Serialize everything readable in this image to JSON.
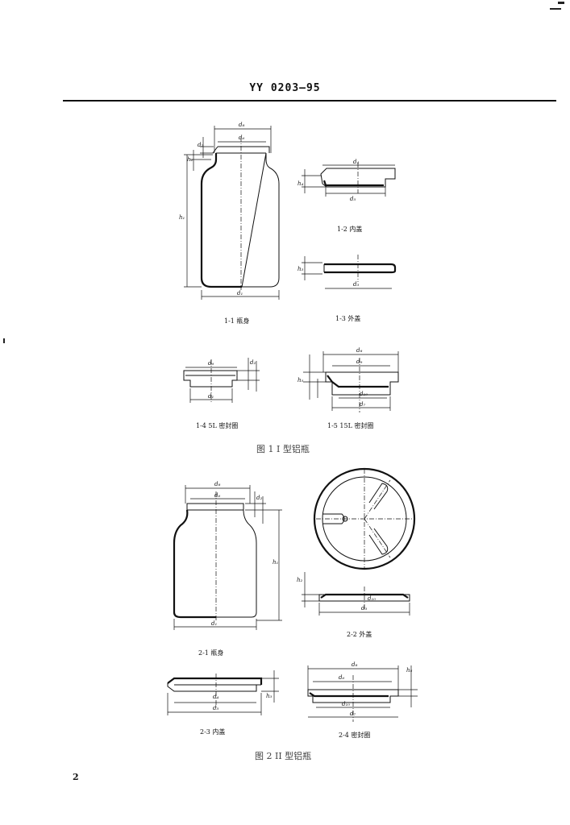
{
  "header": {
    "code": "YY 0203—95"
  },
  "page_number": "2",
  "figure1": {
    "caption": "图 1  I 型铝瓶",
    "views": {
      "v1_1": {
        "caption": "1-1  瓶身",
        "labels": [
          "d₈",
          "d₆",
          "d₂",
          "h₂",
          "h₁",
          "d₁"
        ]
      },
      "v1_2": {
        "caption": "1-2  内盖",
        "labels": [
          "d₄",
          "h₄",
          "d₅"
        ]
      },
      "v1_3": {
        "caption": "1-3  外盖",
        "labels": [
          "h₃",
          "d₃"
        ]
      },
      "v1_4": {
        "caption": "1-4  5L 密封圈",
        "labels": [
          "d₆",
          "d₂",
          "d₁"
        ]
      },
      "v1_5": {
        "caption": "1-5  15L 密封圈",
        "labels": [
          "d₈",
          "d₉",
          "h₅",
          "d₁₀",
          "d₇"
        ]
      }
    }
  },
  "figure2": {
    "caption": "图 2  II 型铝瓶",
    "views": {
      "v2_1": {
        "caption": "2-1  瓶身",
        "labels": [
          "d₈",
          "d₆",
          "d₂",
          "h₁",
          "d₁"
        ]
      },
      "v2_2": {
        "caption": "2-2  外盖",
        "labels": [
          "h₂",
          "d₁₀",
          "d₃"
        ]
      },
      "v2_3": {
        "caption": "2-3  内盖",
        "labels": [
          "d₄",
          "d₅",
          "h₃"
        ]
      },
      "v2_4": {
        "caption": "2-4  密封圈",
        "labels": [
          "d₈",
          "d₆",
          "h₅",
          "d₁₀",
          "d₇"
        ]
      }
    }
  }
}
